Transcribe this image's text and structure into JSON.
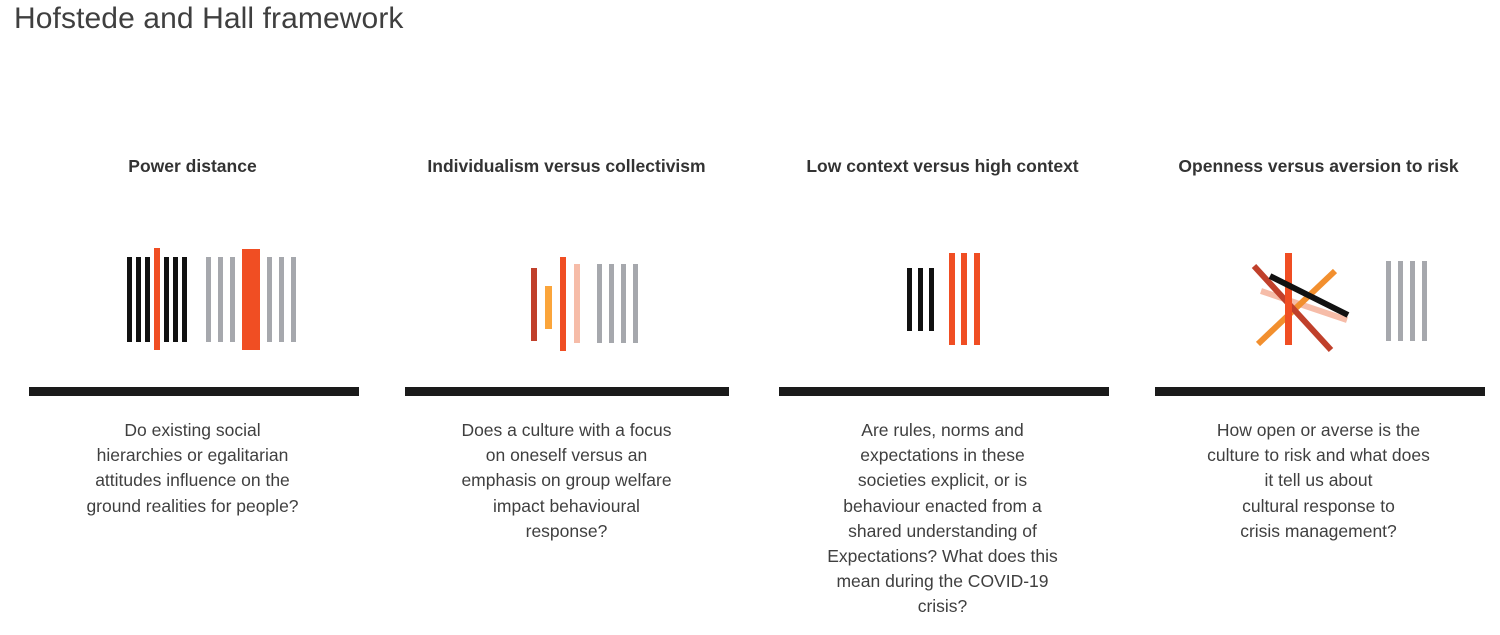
{
  "slide": {
    "title": "Hofstede and Hall framework",
    "background_color": "#ffffff",
    "title_color": "#3f3f3f",
    "divider_color": "#1a1a1a"
  },
  "palette": {
    "orange": "#F04E23",
    "orange_light": "#F28F2E",
    "amber": "#FBA53B",
    "brick": "#C0402B",
    "peach": "#F6BCA8",
    "black": "#111111",
    "gray": "#A6A8AD",
    "text": "#3f3f3f",
    "heading": "#333333"
  },
  "columns": [
    {
      "id": "power-distance",
      "heading": "Power distance",
      "body": "Do existing social\nhierarchies or egalitarian\nattitudes influence on the\nground realities for people?",
      "icon": {
        "name": "bar-group-black-orange-gray-icon",
        "description": "Three black bars, one tall orange bar, three black bars, then three gray bars, one wide orange bar and three gray bars"
      }
    },
    {
      "id": "individualism-versus-collectivism",
      "heading": "Individualism versus collectivism",
      "body": "Does a culture with a focus\non oneself versus an\nemphasis on group welfare\nimpact behavioural\nresponse?",
      "icon": {
        "name": "bar-group-brick-amber-orange-peach-gray-icon",
        "description": "A brick red bar, a short amber bar, a tall orange bar, a peach bar, then four gray bars"
      }
    },
    {
      "id": "low-context-versus-high-context",
      "heading": "Low context versus high context",
      "body": "Are rules, norms and\nexpectations in these\nsocieties explicit, or is\nbehaviour enacted from a\nshared understanding of\nExpectations? What does this\nmean during the COVID-19\ncrisis?",
      "icon": {
        "name": "bar-group-black-orange-icon",
        "description": "Three short black bars beside three tall orange bars"
      }
    },
    {
      "id": "openness-versus-aversion-to-risk",
      "heading": "Openness versus aversion to risk",
      "body": "How open or averse is the\nculture to risk and what does\nit tell us about\ncultural response to\ncrisis management?",
      "icon": {
        "name": "crossed-lines-and-gray-bars-icon",
        "description": "Scattered crossing diagonal lines in brick red, black, peach and orange with a vertical orange bar, beside four gray bars"
      }
    }
  ]
}
